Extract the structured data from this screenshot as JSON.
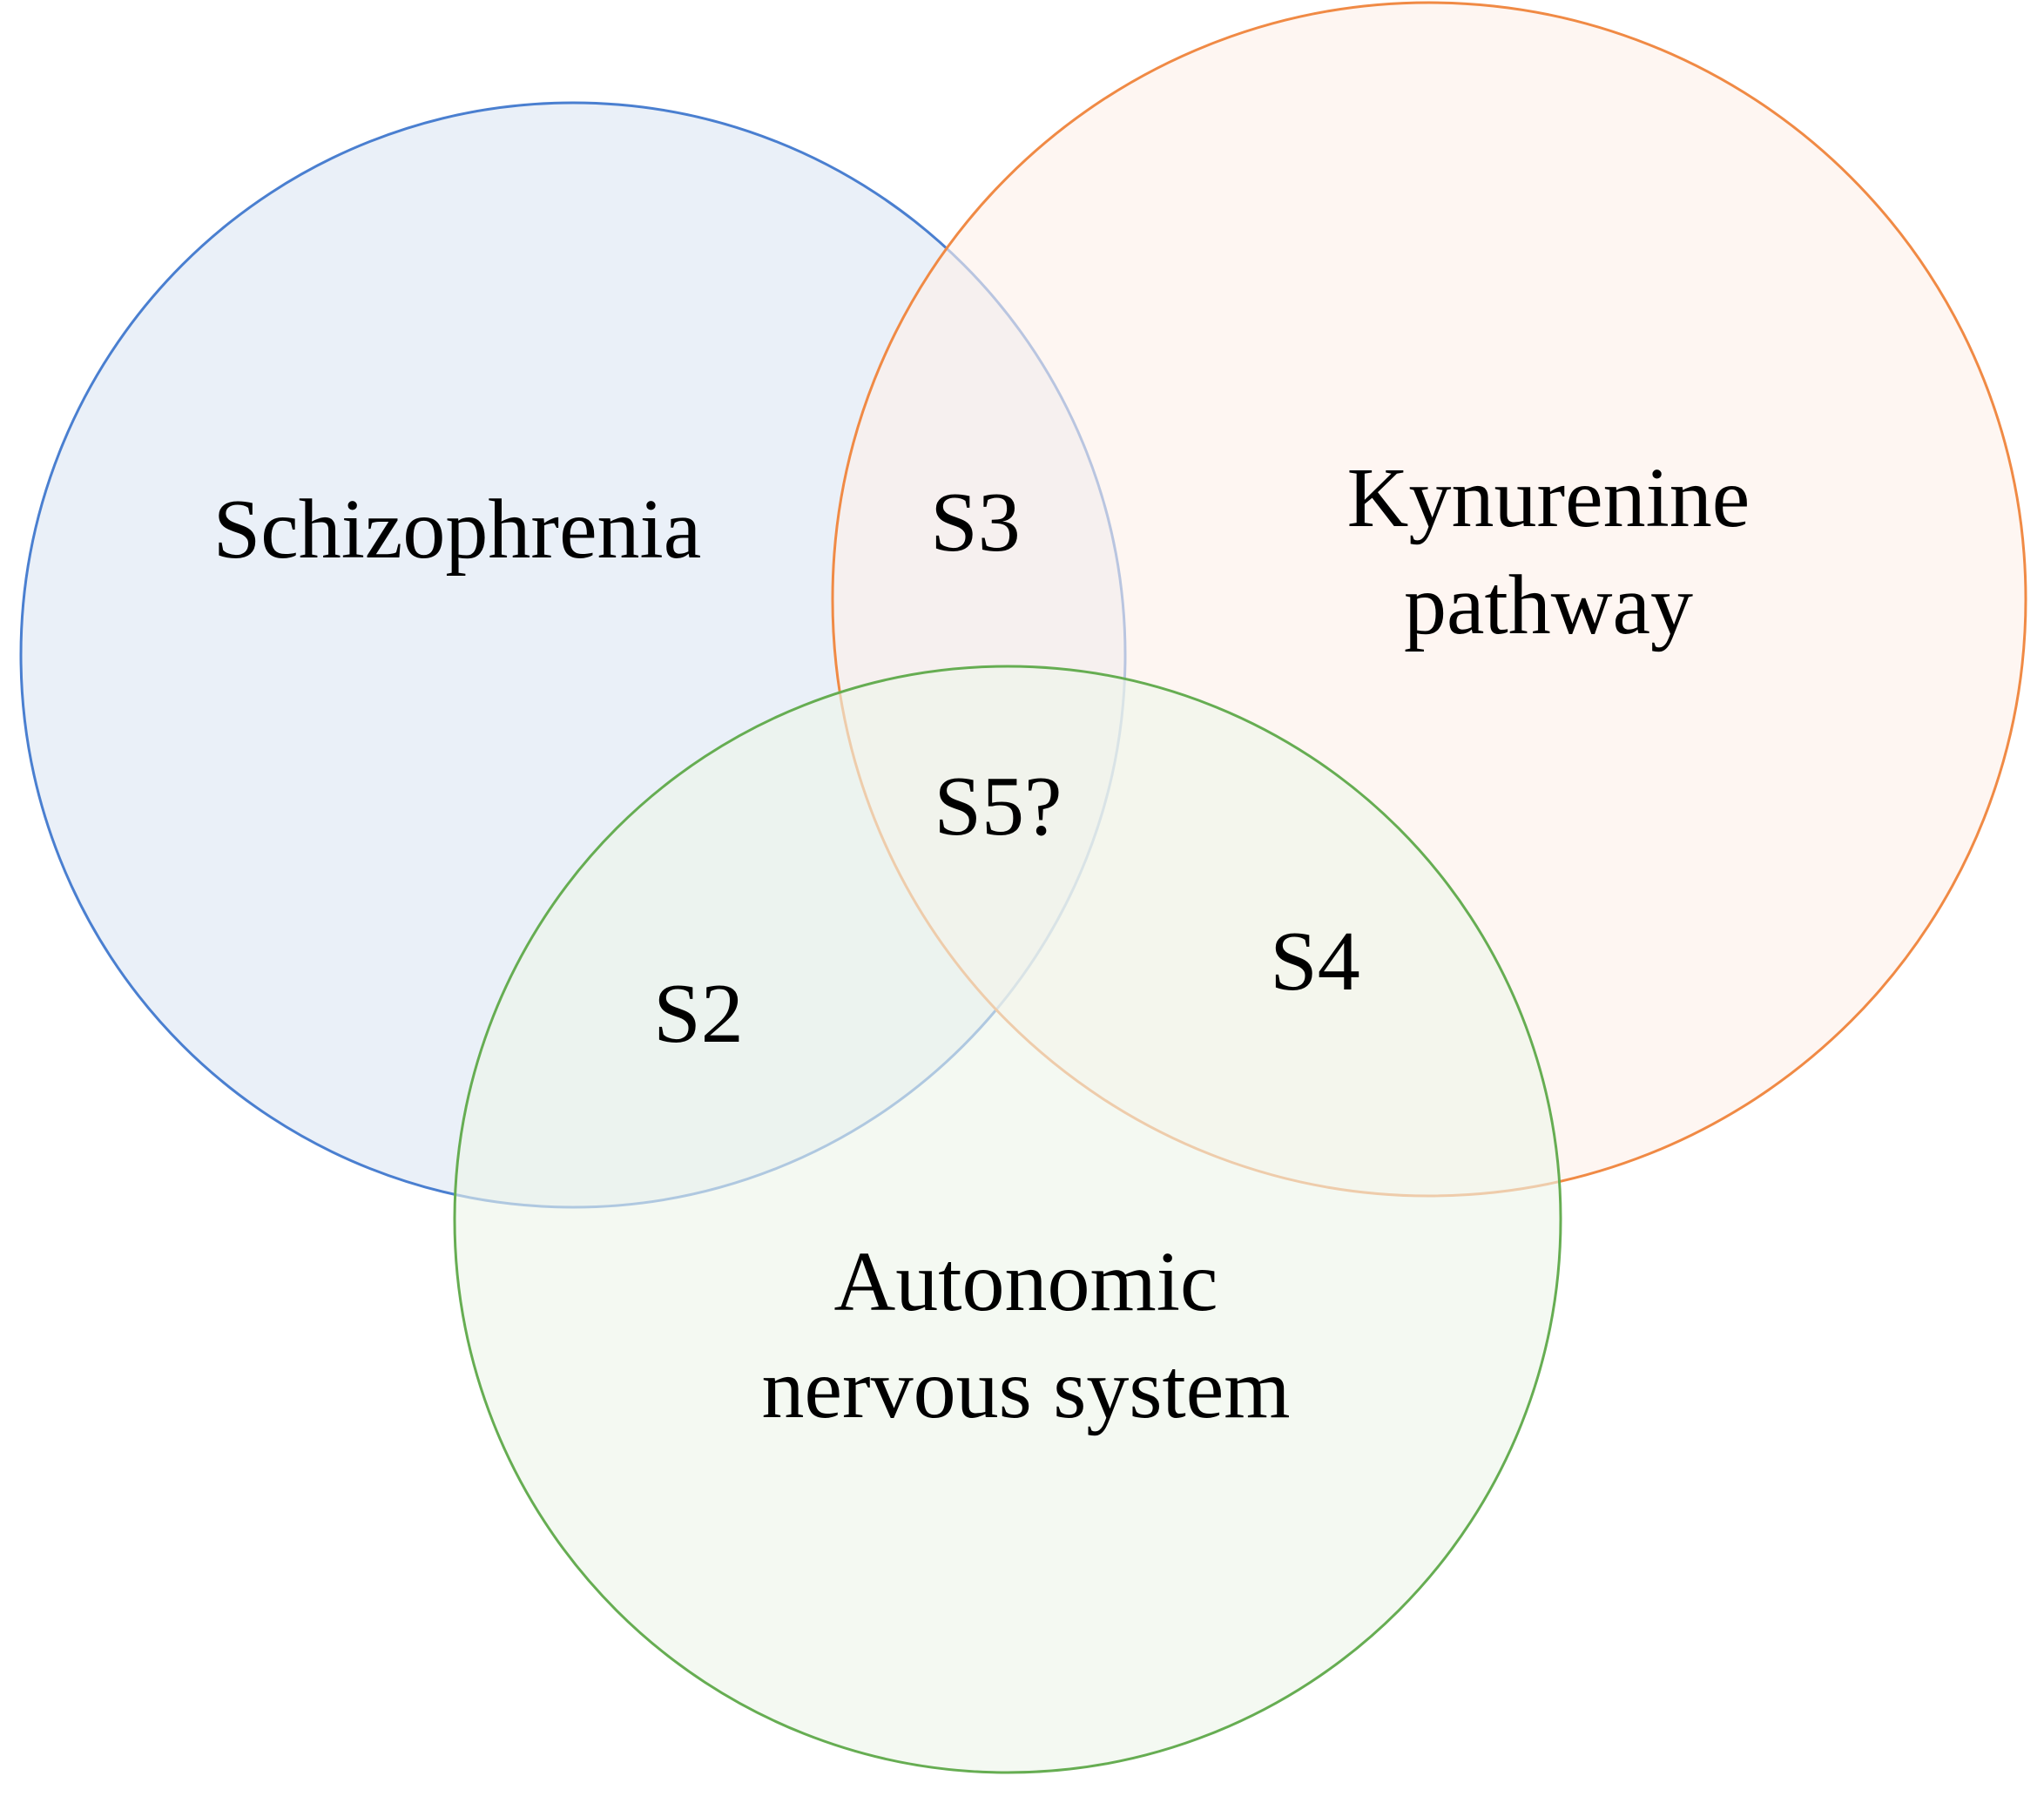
{
  "colors": {
    "schizophrenia_stroke": "#4a7fd0",
    "schizophrenia_fill": "#dde7f4",
    "kynurenine_stroke": "#f08a45",
    "kynurenine_fill": "#fdf1ea",
    "ans_stroke": "#66ad52",
    "ans_fill": "#edf6ea",
    "text": "#000000"
  },
  "sets": {
    "schizophrenia": {
      "label": "Schizophrenia"
    },
    "kynurenine": {
      "line1": "Kynurenine",
      "line2": "pathway"
    },
    "autonomic": {
      "line1": "Autonomic",
      "line2": "nervous system"
    }
  },
  "regions": {
    "s3": "S3",
    "s5": "S5?",
    "s2": "S2",
    "s4": "S4"
  }
}
